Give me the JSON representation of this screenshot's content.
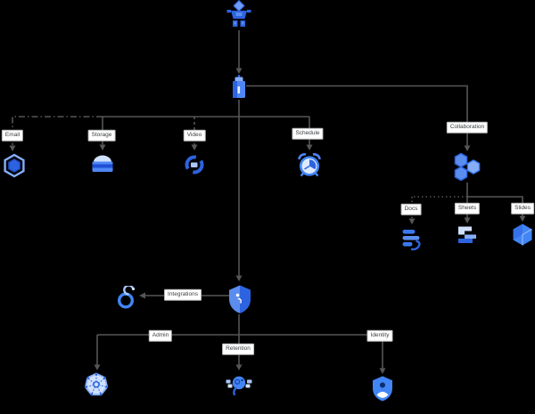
{
  "diagram": {
    "background": "#000000",
    "connector_color": "#565656",
    "label_bg": "#ffffff",
    "label_border": "#b9b9b9",
    "label_text_color": "#3c4043",
    "palette": {
      "blue_dark": "#1b46b8",
      "blue": "#2d63e0",
      "blue_primary": "#4285f4",
      "blue_mid": "#5b8def",
      "blue_light": "#a9c6fa",
      "blue_pale": "#cfe0fc"
    },
    "nodes": [
      {
        "id": "marketplace",
        "icon": "cart-diamond-icon"
      },
      {
        "id": "organization",
        "icon": "building-icon"
      },
      {
        "id": "email",
        "icon": "mail-hexagon-icon"
      },
      {
        "id": "storage",
        "icon": "inbox-tray-icon"
      },
      {
        "id": "video",
        "icon": "video-swirl-icon"
      },
      {
        "id": "schedule",
        "icon": "alarm-clock-icon"
      },
      {
        "id": "collaboration",
        "icon": "hexagon-cluster-icon"
      },
      {
        "id": "docs",
        "icon": "document-icon"
      },
      {
        "id": "sheets",
        "icon": "layered-sheets-icon"
      },
      {
        "id": "slides",
        "icon": "hexagon-prism-icon"
      },
      {
        "id": "integrations",
        "icon": "hook-icon"
      },
      {
        "id": "security",
        "icon": "shield-icon"
      },
      {
        "id": "admin",
        "icon": "wheel-icon"
      },
      {
        "id": "retention",
        "icon": "magnifier-icon"
      },
      {
        "id": "identity",
        "icon": "shield-person-icon"
      }
    ],
    "edge_labels": {
      "email": "Email",
      "storage": "Storage",
      "video": "Video",
      "schedule": "Schedule",
      "collaboration": "Collaboration",
      "docs": "Docs",
      "sheets": "Sheets",
      "slides": "Slides",
      "integrations": "Integrations",
      "admin": "Admin",
      "retention": "Retention",
      "identity": "Identity"
    },
    "edges": [
      {
        "from": "marketplace",
        "to": "organization",
        "style": "solid"
      },
      {
        "from": "organization",
        "to": "email",
        "style": "dash-dot",
        "label": "Email"
      },
      {
        "from": "organization",
        "to": "storage",
        "style": "solid",
        "label": "Storage"
      },
      {
        "from": "organization",
        "to": "video",
        "style": "dashed",
        "label": "Video"
      },
      {
        "from": "organization",
        "to": "schedule",
        "style": "solid",
        "label": "Schedule"
      },
      {
        "from": "organization",
        "to": "collaboration",
        "style": "solid",
        "label": "Collaboration"
      },
      {
        "from": "collaboration",
        "to": "docs",
        "style": "dotted",
        "label": "Docs"
      },
      {
        "from": "collaboration",
        "to": "sheets",
        "style": "solid",
        "label": "Sheets"
      },
      {
        "from": "collaboration",
        "to": "slides",
        "style": "solid",
        "label": "Slides"
      },
      {
        "from": "organization",
        "to": "security",
        "style": "solid"
      },
      {
        "from": "security",
        "to": "integrations",
        "style": "solid",
        "label": "Integrations"
      },
      {
        "from": "security",
        "to": "admin",
        "style": "solid",
        "label": "Admin"
      },
      {
        "from": "security",
        "to": "retention",
        "style": "solid",
        "label": "Retention"
      },
      {
        "from": "security",
        "to": "identity",
        "style": "solid",
        "label": "Identity"
      }
    ]
  }
}
